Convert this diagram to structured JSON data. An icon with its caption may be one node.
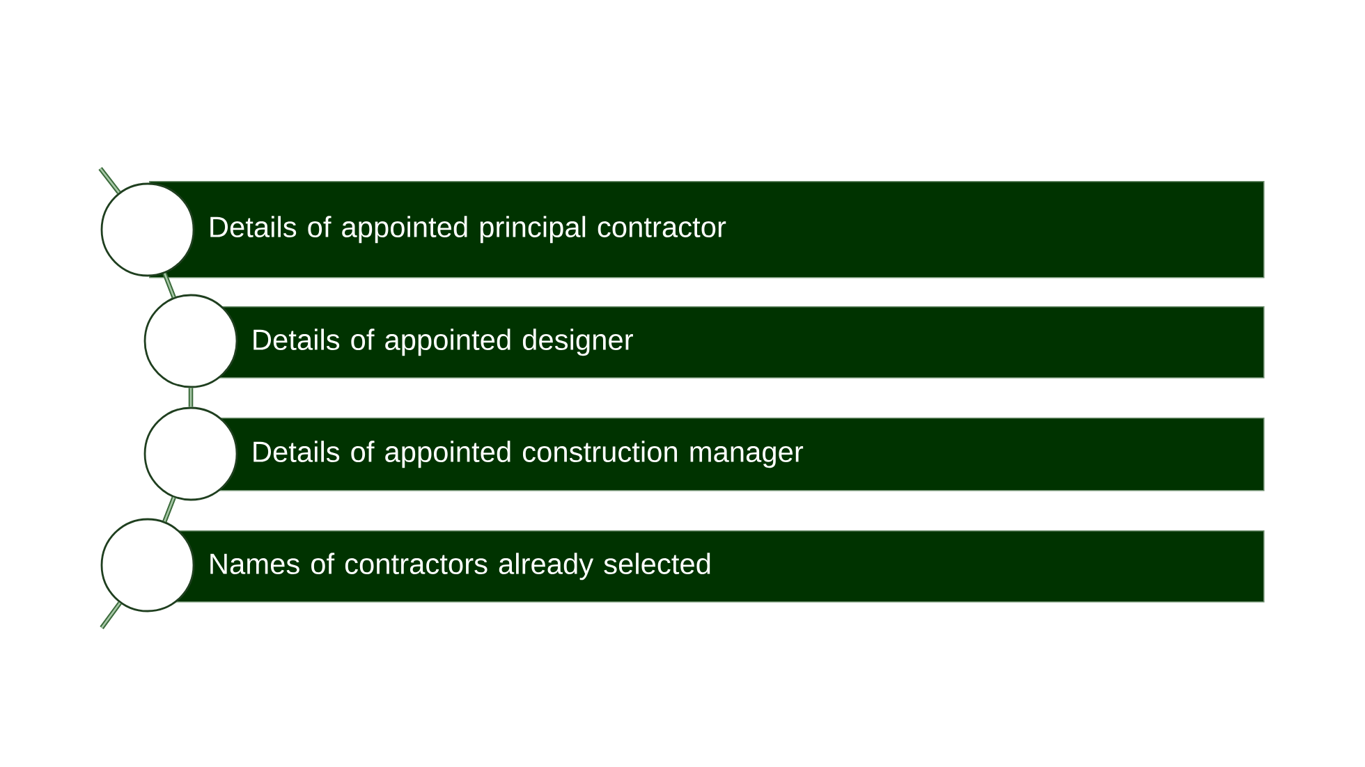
{
  "diagram": {
    "nodes": [
      {
        "text": [
          "Details of appointed principal contractor"
        ]
      },
      {
        "text": [
          "Details of appointed designer"
        ]
      },
      {
        "text": [
          "Details of appointed construction manager"
        ]
      },
      {
        "text": [
          "Names of contractors already selected"
        ]
      },
      {
        "text": [],
        "shape": "circle"
      },
      {
        "text": [],
        "shape": "circle"
      },
      {
        "text": [],
        "shape": "circle"
      },
      {
        "text": [],
        "shape": "circle"
      }
    ],
    "edges": [
      {
        "from": null,
        "to": 4,
        "arrow": "none"
      },
      {
        "from": 4,
        "to": 5,
        "arrow": "none"
      },
      {
        "from": 5,
        "to": 6,
        "arrow": "none"
      },
      {
        "from": 6,
        "to": 7,
        "arrow": "none"
      },
      {
        "from": 7,
        "to": null,
        "arrow": "none"
      }
    ]
  }
}
